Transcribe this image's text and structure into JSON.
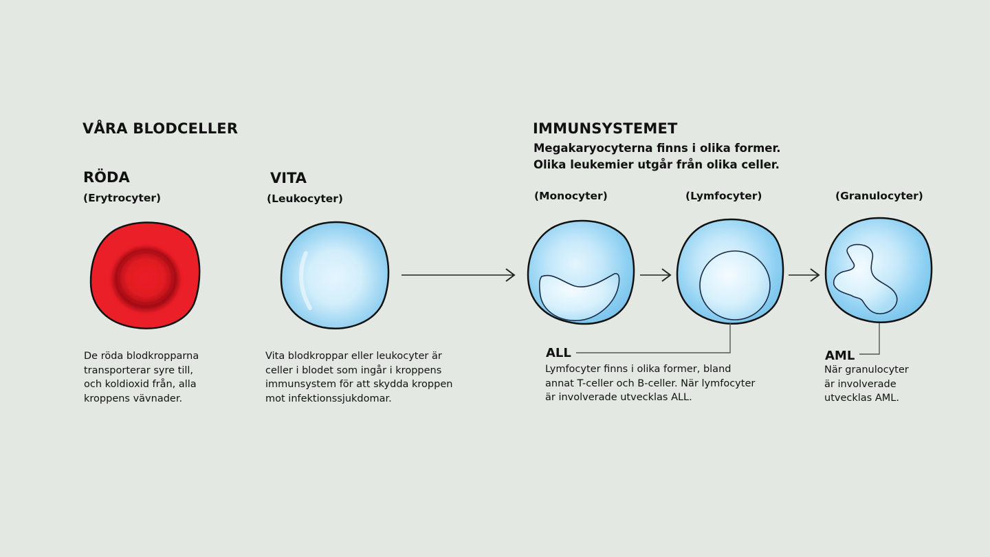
{
  "left": {
    "title": "VÅRA BLODCELLER",
    "red": {
      "label": "RÖDA",
      "sublabel": "(Erytrocyter)",
      "description": "De röda blodkropparna\ntransporterar syre till,\noch koldioxid från, alla\nkroppens vävnader.",
      "color": "#e8202a"
    },
    "white": {
      "label": "VITA",
      "sublabel": "(Leukocyter)",
      "description": "Vita blodkroppar eller leukocyter är\nceller i blodet som ingår i kroppens\nimmunsystem för att skydda kroppen\nmot infektionssjukdomar.",
      "color": "#8fd0f2"
    }
  },
  "immune": {
    "title": "IMMUNSYSTEMET",
    "intro_line1": "Megakaryocyterna finns i olika former.",
    "intro_line2": "Olika leukemier utgår från olika celler.",
    "cells": [
      {
        "label": "(Monocyter)",
        "icon": "monocyte-cell"
      },
      {
        "label": "(Lymfocyter)",
        "icon": "lymphocyte-cell"
      },
      {
        "label": "(Granulocyter)",
        "icon": "granulocyte-cell"
      }
    ],
    "all": {
      "abbr": "ALL",
      "description": "Lymfocyter finns i olika former, bland\nannat T-celler och B-celler. När lymfocyter\när involverade utvecklas ALL."
    },
    "aml": {
      "abbr": "AML",
      "description": "När granulocyter\när involverade\nutvecklas AML."
    }
  },
  "colors": {
    "background": "#e3e8e2",
    "red_cell": "#e8202a",
    "red_cell_dark": "#b80f18",
    "white_cell": "#8fd0f2",
    "white_cell_light": "#dff3fc",
    "outline": "#111111",
    "connector": "#555555"
  }
}
